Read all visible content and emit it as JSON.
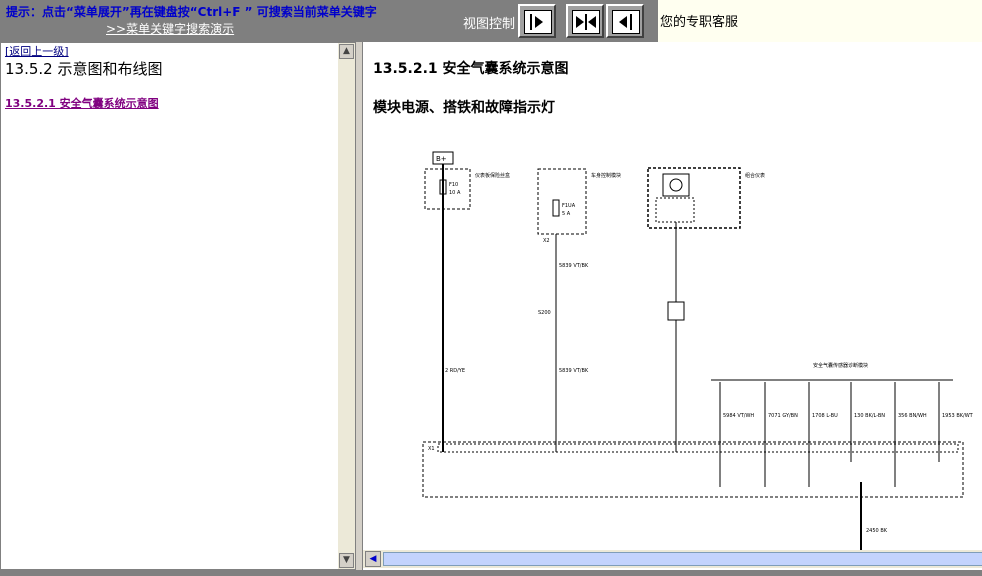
{
  "toolbar": {
    "hint": "提示：点击“菜单展开”再在键盘按“Ctrl+F ” 可搜索当前菜单关键字",
    "hint_link": ">>菜单关键字搜索演示",
    "view_control": "视图控制",
    "service": "您的专职客服"
  },
  "left": {
    "back": "[返回上一级]",
    "section": "13.5.2 示意图和布线图",
    "link": "13.5.2.1 安全气囊系统示意图"
  },
  "right": {
    "title": "13.5.2.1 安全气囊系统示意图",
    "subtitle": "模块电源、搭铁和故障指示灯"
  },
  "diagram": {
    "b_plus": "B+",
    "fuse_f10": "F10",
    "fuse_f10_rating": "10 A",
    "fuse_f1ua": "F1UA",
    "fuse_f1ua_rating": "5 A",
    "wire1": "2 RD/YE",
    "wire2": "5839 VT/BK",
    "wire3": "5839 VT/BK",
    "wire_s200": "S200",
    "ground_label": "2450 BK",
    "pin_x1": "X1",
    "pin_x2": "X2",
    "wires_bottom": [
      "5984 VT/WH",
      "7071 GY/BN",
      "1708 L-BU",
      "130 BK/L-BN",
      "356 BN/WH",
      "1953 BK/WT"
    ],
    "module_label": "安全气囊传感器诊断模块",
    "fuse_block_label": "仪表板保险丝盒",
    "bec_label": "车身控制模块",
    "ipc_label": "组合仪表"
  }
}
